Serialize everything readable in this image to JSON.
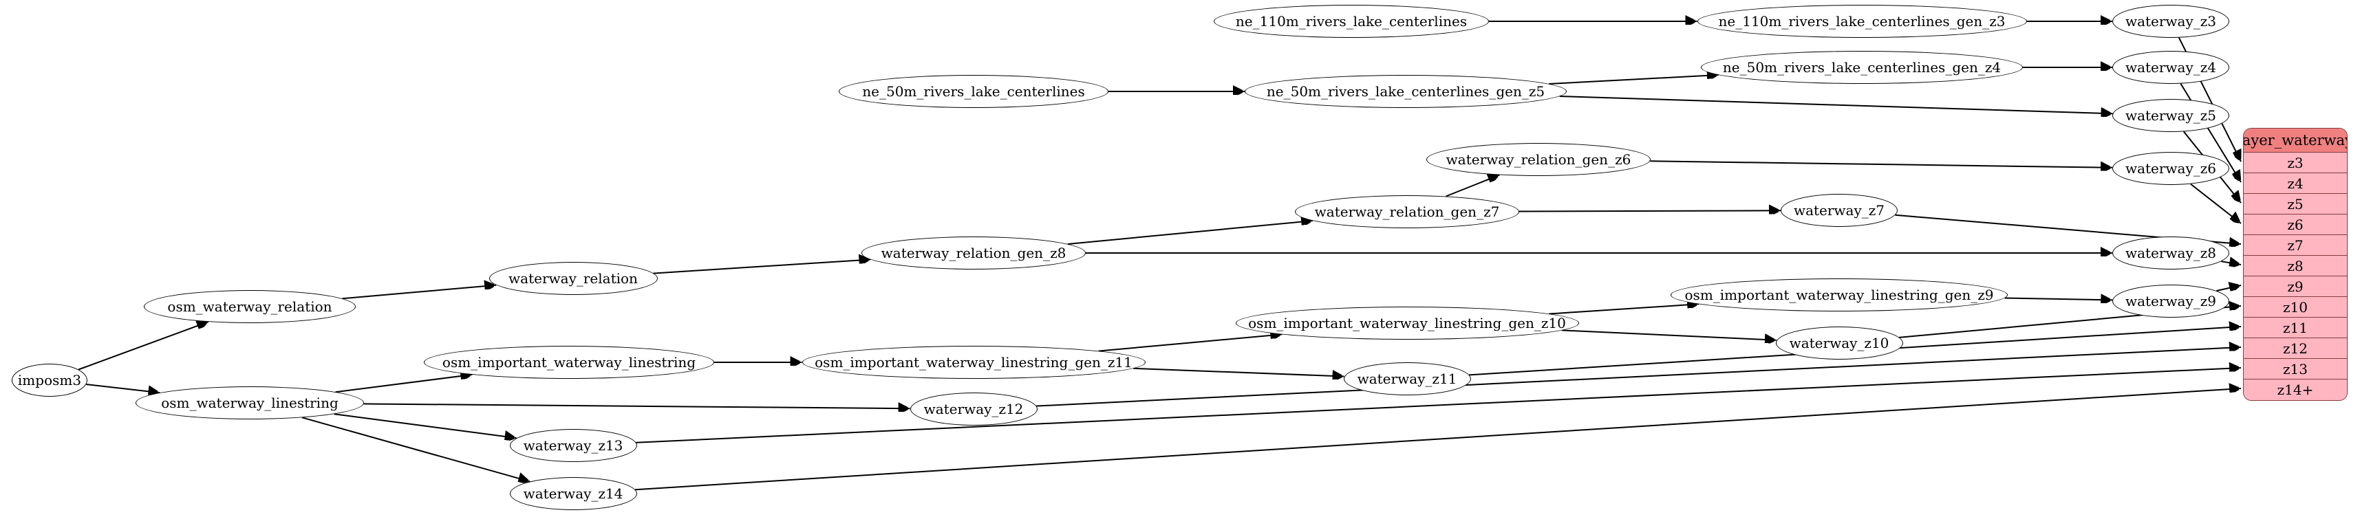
{
  "diagram": {
    "kind": "etl-dependency-graph",
    "nodes": [
      {
        "id": "imposm3",
        "label": "imposm3"
      },
      {
        "id": "osm_waterway_relation",
        "label": "osm_waterway_relation"
      },
      {
        "id": "osm_waterway_linestring",
        "label": "osm_waterway_linestring"
      },
      {
        "id": "waterway_relation",
        "label": "waterway_relation"
      },
      {
        "id": "waterway_relation_gen_z8",
        "label": "waterway_relation_gen_z8"
      },
      {
        "id": "waterway_relation_gen_z7",
        "label": "waterway_relation_gen_z7"
      },
      {
        "id": "waterway_relation_gen_z6",
        "label": "waterway_relation_gen_z6"
      },
      {
        "id": "ne_110m_rivers_lake_centerlines",
        "label": "ne_110m_rivers_lake_centerlines"
      },
      {
        "id": "ne_110m_rivers_lake_centerlines_gen_z3",
        "label": "ne_110m_rivers_lake_centerlines_gen_z3"
      },
      {
        "id": "ne_50m_rivers_lake_centerlines",
        "label": "ne_50m_rivers_lake_centerlines"
      },
      {
        "id": "ne_50m_rivers_lake_centerlines_gen_z5",
        "label": "ne_50m_rivers_lake_centerlines_gen_z5"
      },
      {
        "id": "ne_50m_rivers_lake_centerlines_gen_z4",
        "label": "ne_50m_rivers_lake_centerlines_gen_z4"
      },
      {
        "id": "osm_important_waterway_linestring",
        "label": "osm_important_waterway_linestring"
      },
      {
        "id": "osm_important_waterway_linestring_gen_z11",
        "label": "osm_important_waterway_linestring_gen_z11"
      },
      {
        "id": "osm_important_waterway_linestring_gen_z10",
        "label": "osm_important_waterway_linestring_gen_z10"
      },
      {
        "id": "osm_important_waterway_linestring_gen_z9",
        "label": "osm_important_waterway_linestring_gen_z9"
      },
      {
        "id": "waterway_z3",
        "label": "waterway_z3"
      },
      {
        "id": "waterway_z4",
        "label": "waterway_z4"
      },
      {
        "id": "waterway_z5",
        "label": "waterway_z5"
      },
      {
        "id": "waterway_z6",
        "label": "waterway_z6"
      },
      {
        "id": "waterway_z7",
        "label": "waterway_z7"
      },
      {
        "id": "waterway_z8",
        "label": "waterway_z8"
      },
      {
        "id": "waterway_z9",
        "label": "waterway_z9"
      },
      {
        "id": "waterway_z10",
        "label": "waterway_z10"
      },
      {
        "id": "waterway_z11",
        "label": "waterway_z11"
      },
      {
        "id": "waterway_z12",
        "label": "waterway_z12"
      },
      {
        "id": "waterway_z13",
        "label": "waterway_z13"
      },
      {
        "id": "waterway_z14",
        "label": "waterway_z14"
      }
    ],
    "edges": [
      [
        "imposm3",
        "osm_waterway_relation"
      ],
      [
        "imposm3",
        "osm_waterway_linestring"
      ],
      [
        "osm_waterway_relation",
        "waterway_relation"
      ],
      [
        "waterway_relation",
        "waterway_relation_gen_z8"
      ],
      [
        "waterway_relation_gen_z8",
        "waterway_relation_gen_z7"
      ],
      [
        "waterway_relation_gen_z8",
        "waterway_z8"
      ],
      [
        "waterway_relation_gen_z7",
        "waterway_relation_gen_z6"
      ],
      [
        "waterway_relation_gen_z7",
        "waterway_z7"
      ],
      [
        "waterway_relation_gen_z6",
        "waterway_z6"
      ],
      [
        "ne_110m_rivers_lake_centerlines",
        "ne_110m_rivers_lake_centerlines_gen_z3"
      ],
      [
        "ne_110m_rivers_lake_centerlines_gen_z3",
        "waterway_z3"
      ],
      [
        "ne_50m_rivers_lake_centerlines",
        "ne_50m_rivers_lake_centerlines_gen_z5"
      ],
      [
        "ne_50m_rivers_lake_centerlines_gen_z5",
        "ne_50m_rivers_lake_centerlines_gen_z4"
      ],
      [
        "ne_50m_rivers_lake_centerlines_gen_z5",
        "waterway_z5"
      ],
      [
        "ne_50m_rivers_lake_centerlines_gen_z4",
        "waterway_z4"
      ],
      [
        "osm_waterway_linestring",
        "osm_important_waterway_linestring"
      ],
      [
        "osm_waterway_linestring",
        "waterway_z12"
      ],
      [
        "osm_waterway_linestring",
        "waterway_z13"
      ],
      [
        "osm_waterway_linestring",
        "waterway_z14"
      ],
      [
        "osm_important_waterway_linestring",
        "osm_important_waterway_linestring_gen_z11"
      ],
      [
        "osm_important_waterway_linestring_gen_z11",
        "osm_important_waterway_linestring_gen_z10"
      ],
      [
        "osm_important_waterway_linestring_gen_z11",
        "waterway_z11"
      ],
      [
        "osm_important_waterway_linestring_gen_z10",
        "osm_important_waterway_linestring_gen_z9"
      ],
      [
        "osm_important_waterway_linestring_gen_z10",
        "waterway_z10"
      ],
      [
        "osm_important_waterway_linestring_gen_z9",
        "waterway_z9"
      ],
      [
        "waterway_z3",
        "table:z3"
      ],
      [
        "waterway_z4",
        "table:z4"
      ],
      [
        "waterway_z5",
        "table:z5"
      ],
      [
        "waterway_z6",
        "table:z6"
      ],
      [
        "waterway_z7",
        "table:z7"
      ],
      [
        "waterway_z8",
        "table:z8"
      ],
      [
        "waterway_z9",
        "table:z9"
      ],
      [
        "waterway_z10",
        "table:z10"
      ],
      [
        "waterway_z11",
        "table:z11"
      ],
      [
        "waterway_z12",
        "table:z12"
      ],
      [
        "waterway_z13",
        "table:z13"
      ],
      [
        "waterway_z14",
        "table:z14+"
      ]
    ],
    "table": {
      "title": "layer_waterway",
      "rows": [
        "z3",
        "z4",
        "z5",
        "z6",
        "z7",
        "z8",
        "z9",
        "z10",
        "z11",
        "z12",
        "z13",
        "z14+"
      ]
    },
    "colors": {
      "node_fill": "#ffffff",
      "node_border": "#000000",
      "edge": "#000000",
      "table_header_fill": "#f08080",
      "table_row_fill": "#ffb6c1",
      "table_border": "#843c3c",
      "text": "#000000"
    }
  }
}
